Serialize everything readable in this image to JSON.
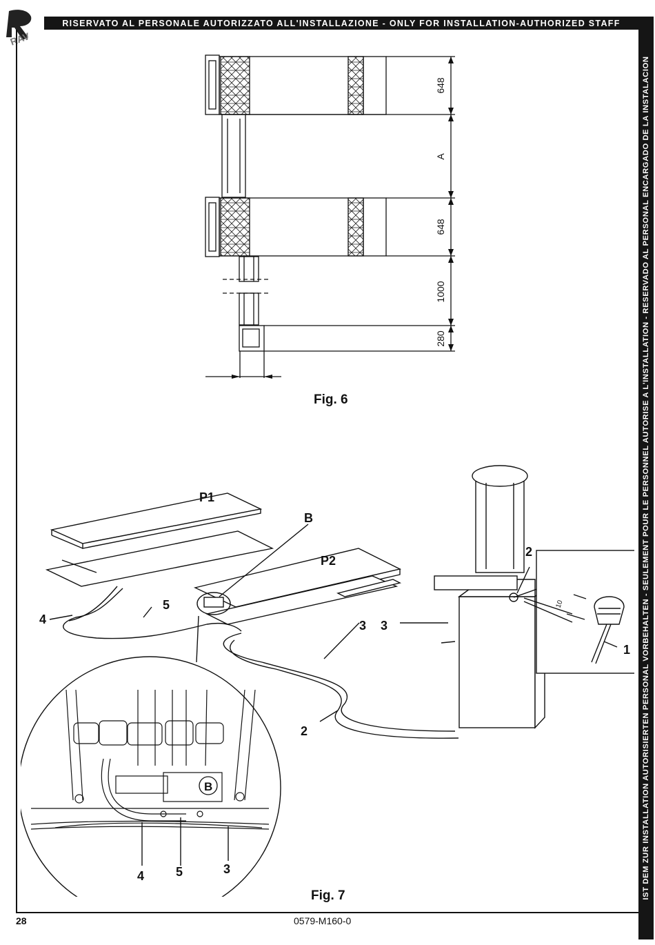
{
  "header": {
    "banner_text": "RISERVATO AL PERSONALE AUTORIZZATO ALL'INSTALLAZIONE - ONLY FOR INSTALLATION-AUTHORIZED STAFF",
    "side_text": "IST DEM ZUR INSTALLATION AUTORISIERTEN PERSONAL VORBEHALTEN - SEULEMENT POUR LE PERSONNEL AUTORISE A L'INSTALLATION - RESERVADO AL PERSONAL ENCARGADO DE LA INSTALACION",
    "logo_text": "RAV"
  },
  "fig6": {
    "caption": "Fig. 6",
    "dimensions": [
      "648",
      "A",
      "648",
      "1000",
      "280"
    ]
  },
  "fig7": {
    "caption": "Fig. 7",
    "platform_labels": [
      "P1",
      "P2"
    ],
    "detail_label": "B",
    "inset_label": "B",
    "callouts": [
      "1",
      "2",
      "2",
      "3",
      "3",
      "4",
      "5",
      "4",
      "5",
      "3"
    ],
    "measure": "10"
  },
  "footer": {
    "page_number": "28",
    "doc_code": "0579-M160-0"
  },
  "colors": {
    "bar": "#151515",
    "ink": "#111111",
    "paper": "#ffffff"
  }
}
